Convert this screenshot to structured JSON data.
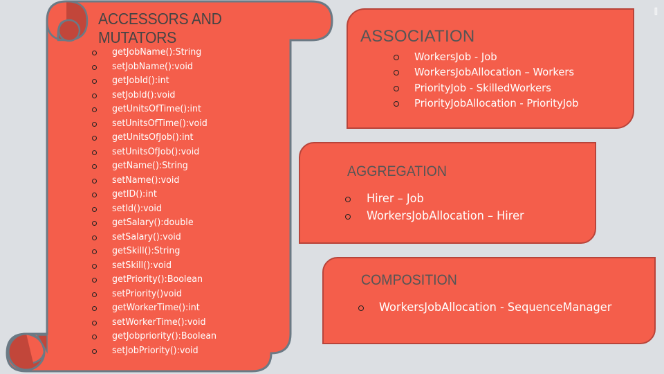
{
  "accessors": {
    "title": "ACCESSORS AND MUTATORS",
    "items": [
      "getJobName():String",
      "setJobName():void",
      "getJobId():int",
      "setJobId():void",
      "getUnitsOfTime():int",
      "setUnitsOfTime():void",
      "getUnitsOfJob():int",
      "setUnitsOfJob():void",
      "getName():String",
      "setName():void",
      "getID():int",
      "setId():void",
      "getSalary():double",
      "setSalary():void",
      "getSkill():String",
      "setSkill():void",
      "getPriority():Boolean",
      "setPriority()void",
      "getWorkerTime():int",
      "setWorkerTime():void",
      "getJobpriority():Boolean",
      "setJobPriority():void"
    ]
  },
  "association": {
    "title": "ASSOCIATION",
    "items": [
      "WorkersJob  - Job",
      "WorkersJobAllocation  – Workers",
      "PriorityJob  - SkilledWorkers",
      "PriorityJobAllocation  - PriorityJob"
    ]
  },
  "aggregation": {
    "title": "AGGREGATION",
    "items": [
      "Hirer – Job",
      "WorkersJobAllocation – Hirer"
    ]
  },
  "composition": {
    "title": "COMPOSITION",
    "items": [
      "WorkersJobAllocation - SequenceManager"
    ]
  },
  "corner_mark": "[]",
  "colors": {
    "panel_fill": "#f45e4b",
    "panel_border": "#b8443a",
    "scroll_outline": "#6b7a85",
    "title_text": "#555555",
    "background": "#dcdfe3"
  },
  "icons": {
    "bullet": "hollow-circle-bullet-icon",
    "scroll": "scroll-banner-icon"
  }
}
